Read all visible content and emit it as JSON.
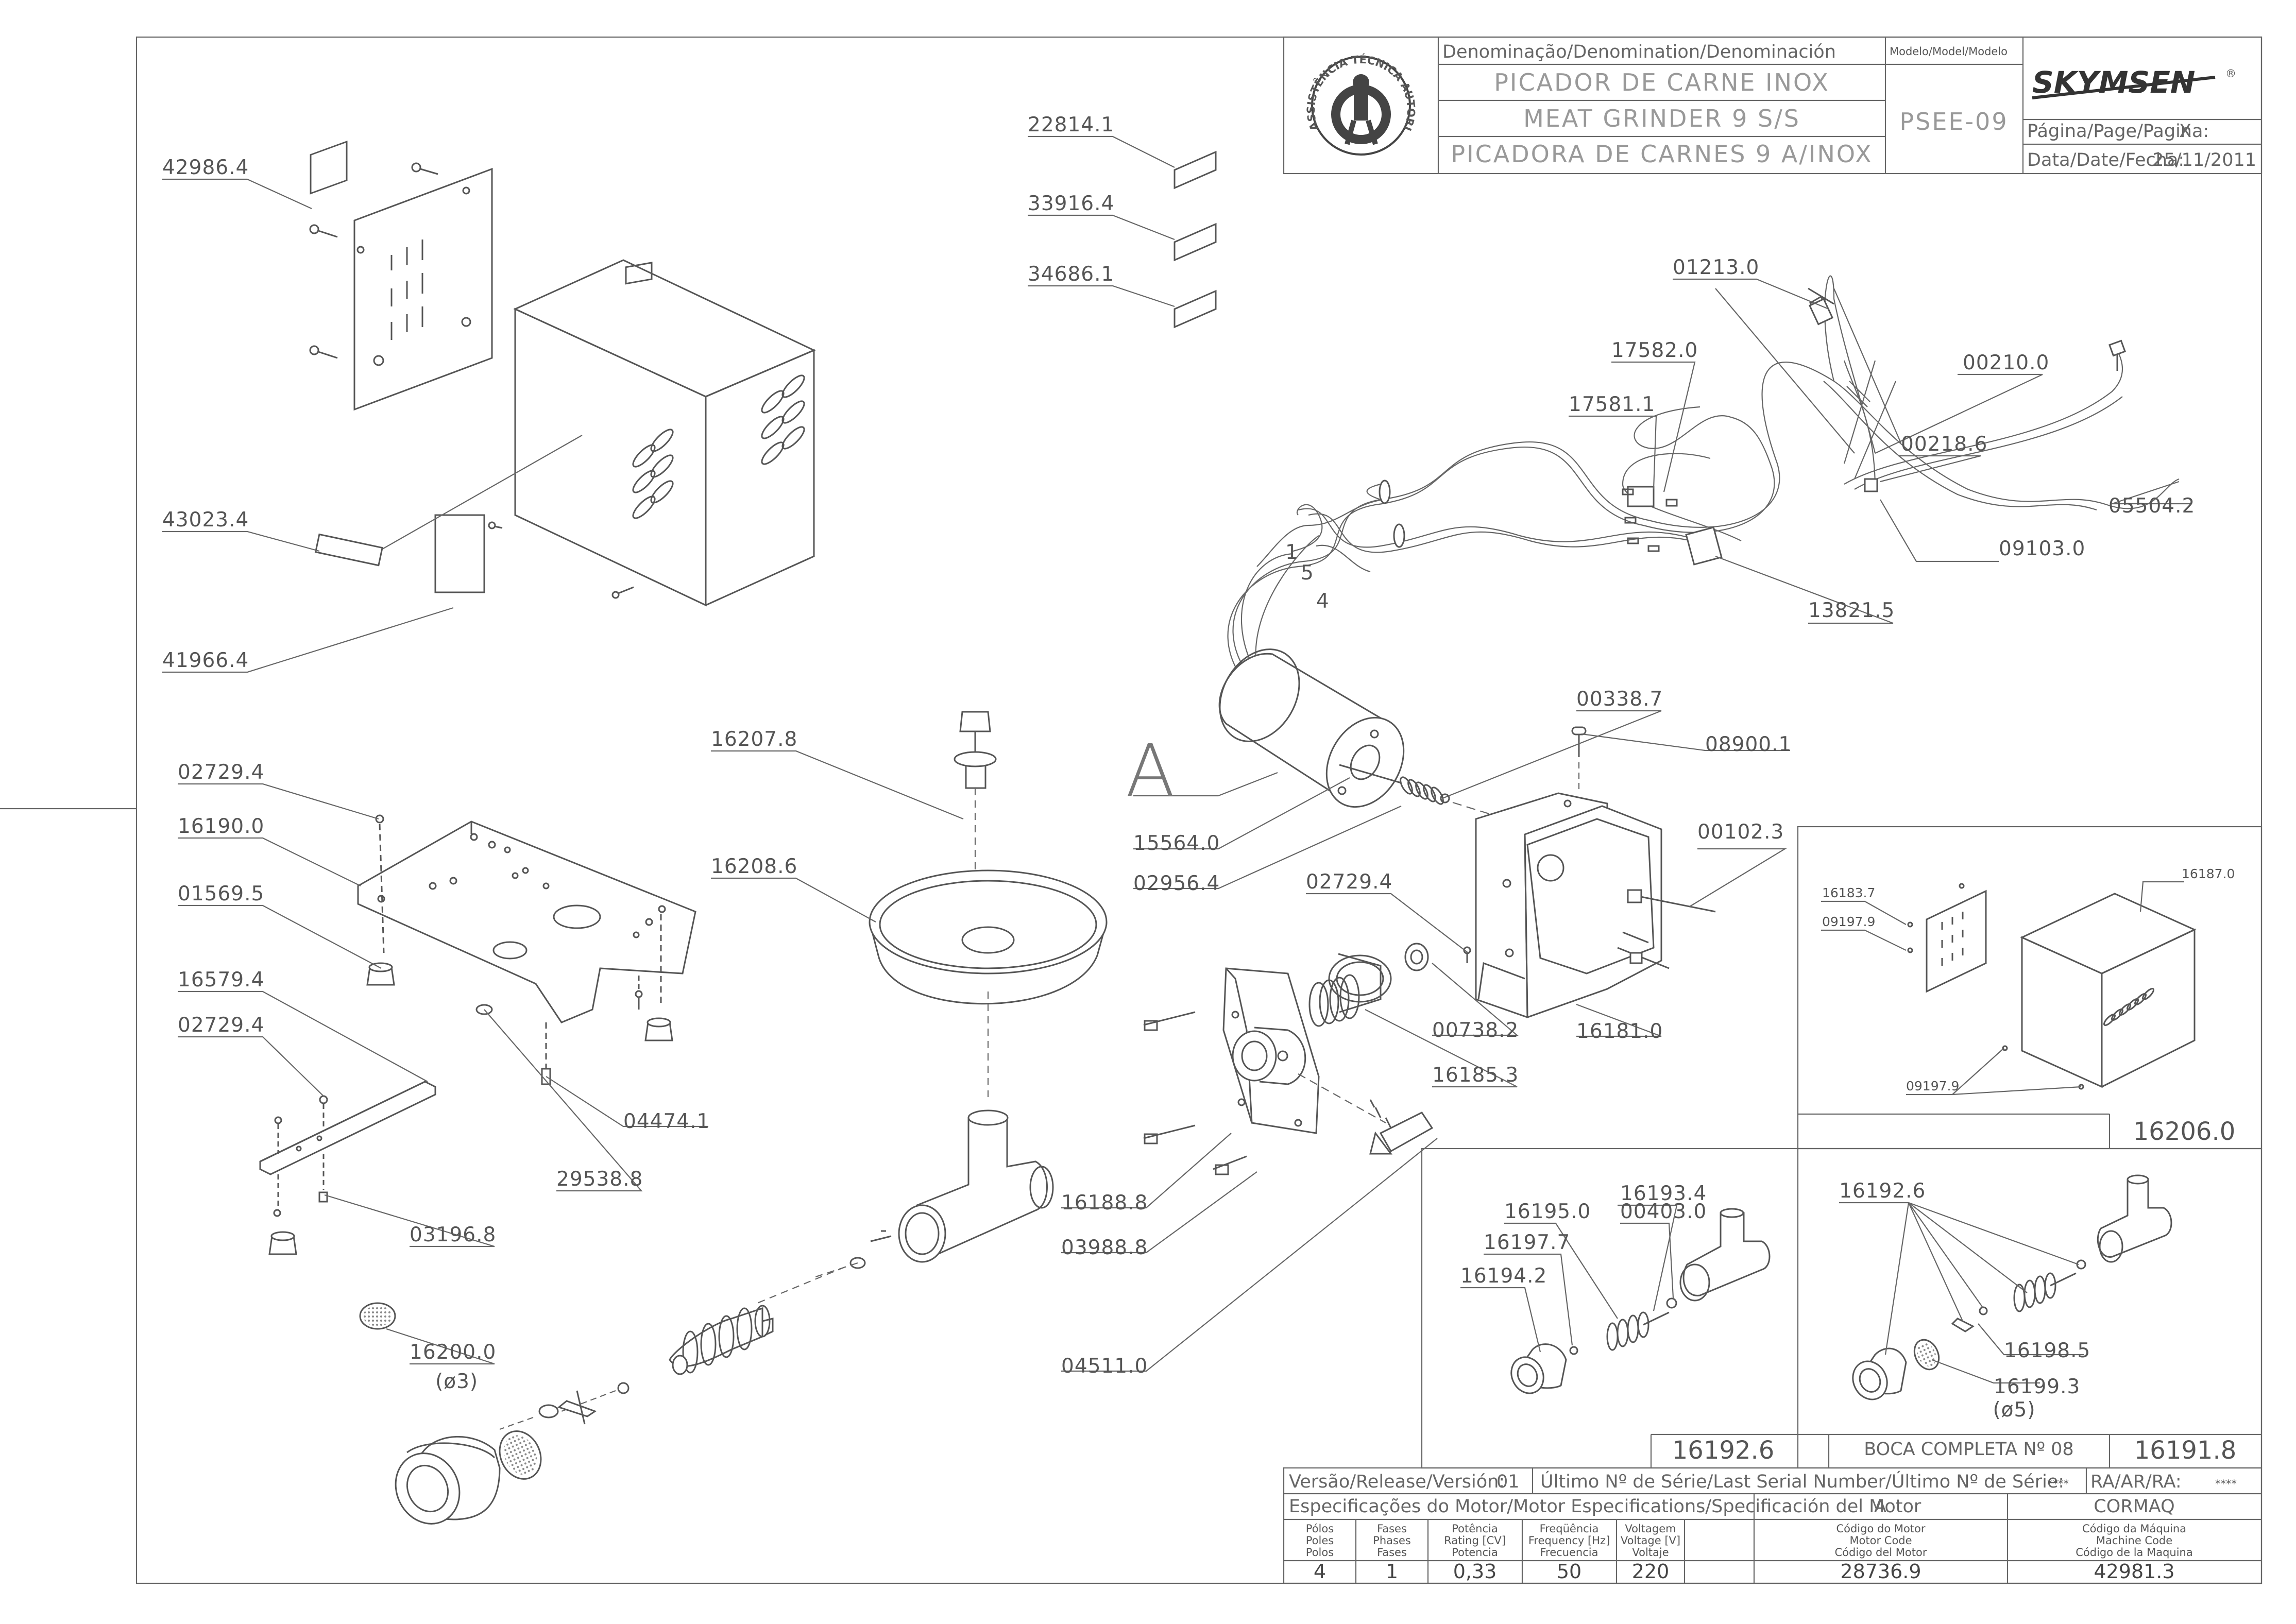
{
  "title_block": {
    "denomination_header": "Denominação/Denomination/Denominación",
    "name_pt": "PICADOR DE CARNE INOX",
    "name_en": "MEAT GRINDER 9 S/S",
    "name_es": "PICADORA DE CARNES 9 A/INOX",
    "model_header": "Modelo/Model/Modelo",
    "model": "PSEE-09",
    "brand": "SKYMSEN",
    "page_label": "Página/Page/Pagina:",
    "page_value": "X",
    "date_label": "Data/Date/Fecha:",
    "date_value": "25/11/2011",
    "seal_text": "ASSISTÊNCIA TÉCNICA AUTORIZADA"
  },
  "parts": {
    "p42986": "42986.4",
    "p43023": "43023.4",
    "p41966": "41966.4",
    "p22814": "22814.1",
    "p33916": "33916.4",
    "p34686": "34686.1",
    "p01213": "01213.0",
    "p17582": "17582.0",
    "p17581": "17581.1",
    "p00210": "00210.0",
    "p00218": "00218.6",
    "p05504": "05504.2",
    "p09103": "09103.0",
    "p13821": "13821.5",
    "p00338": "00338.7",
    "p08900": "08900.1",
    "p15564": "15564.0",
    "p02956": "02956.4",
    "p00102": "00102.3",
    "p02729_c": "02729.4",
    "p16181": "16181.0",
    "p00738": "00738.2",
    "p16185": "16185.3",
    "p16188": "16188.8",
    "p03988": "03988.8",
    "p04511": "04511.0",
    "p16207": "16207.8",
    "p16208": "16208.6",
    "p02729_a": "02729.4",
    "p16190": "16190.0",
    "p01569": "01569.5",
    "p16579": "16579.4",
    "p02729_b": "02729.4",
    "p04474": "04474.1",
    "p29538": "29538.8",
    "p03196": "03196.8",
    "p16200": "16200.0",
    "p16200_note": "(ø3)",
    "view_a": "A",
    "wire_1": "1",
    "wire_5": "5",
    "wire_4": "4"
  },
  "inset_cabinet": {
    "p16187": "16187.0",
    "p16183": "16183.7",
    "p09197a": "09197.9",
    "p09197b": "09197.9",
    "assembly": "16206.0"
  },
  "inset_mouth": {
    "p16193": "16193.4",
    "p16195": "16195.0",
    "p00403": "00403.0",
    "p16197": "16197.7",
    "p16194": "16194.2",
    "p16192": "16192.6",
    "p16198": "16198.5",
    "p16199": "16199.3",
    "p16199_note": "(ø5)",
    "assembly_left": "16192.6",
    "caption": "BOCA COMPLETA Nº 08",
    "assembly_right": "16191.8"
  },
  "specs": {
    "version_label": "Versão/Release/Versión:",
    "version_value": "01",
    "serial_label": "Último Nº de Série/Last Serial Number/Último Nº de Série:",
    "serial_value": "****",
    "ra_label": "RA/AR/RA:",
    "ra_value": "****",
    "motor_spec_label": "Especificações do Motor/Motor Especifications/Specificación del Motor",
    "col_a": "A",
    "col_cormaq": "CORMAQ",
    "h_poles": [
      "Pólos",
      "Poles",
      "Polos"
    ],
    "h_phases": [
      "Fases",
      "Phases",
      "Fases"
    ],
    "h_power": [
      "Potência",
      "Rating [CV]",
      "Potencia"
    ],
    "h_freq": [
      "Freqüência",
      "Frequency [Hz]",
      "Frecuencia"
    ],
    "h_volt": [
      "Voltagem",
      "Voltage [V]",
      "Voltaje"
    ],
    "h_motor_code": [
      "Código do Motor",
      "Motor Code",
      "Código del Motor"
    ],
    "h_machine_code": [
      "Código da Máquina",
      "Machine Code",
      "Código de la Maquina"
    ],
    "poles": "4",
    "phases": "1",
    "power": "0,33",
    "frequency": "50",
    "voltage": "220",
    "motor_code": "28736.9",
    "machine_code": "42981.3"
  }
}
